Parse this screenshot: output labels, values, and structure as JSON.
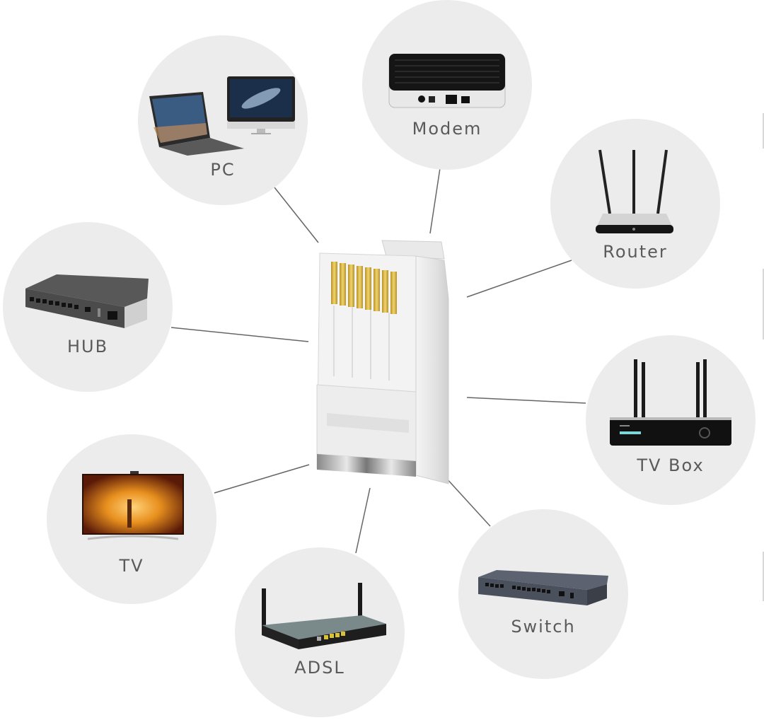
{
  "diagram": {
    "title": "RJ45 connector compatible devices",
    "center": {
      "name": "RJ45 connector",
      "contact_pins": 8,
      "pin_color": "#d9b53c"
    },
    "devices": [
      {
        "id": "pc",
        "label": "PC"
      },
      {
        "id": "modem",
        "label": "Modem"
      },
      {
        "id": "router",
        "label": "Router"
      },
      {
        "id": "hub",
        "label": "HUB"
      },
      {
        "id": "tv-box",
        "label": "TV Box"
      },
      {
        "id": "tv",
        "label": "TV"
      },
      {
        "id": "adsl",
        "label": "ADSL"
      },
      {
        "id": "switch",
        "label": "Switch"
      }
    ],
    "colors": {
      "circle_fill": "#ececec",
      "label_text": "#5a5a5a",
      "connector_line": "#555555",
      "background": "#ffffff"
    }
  }
}
